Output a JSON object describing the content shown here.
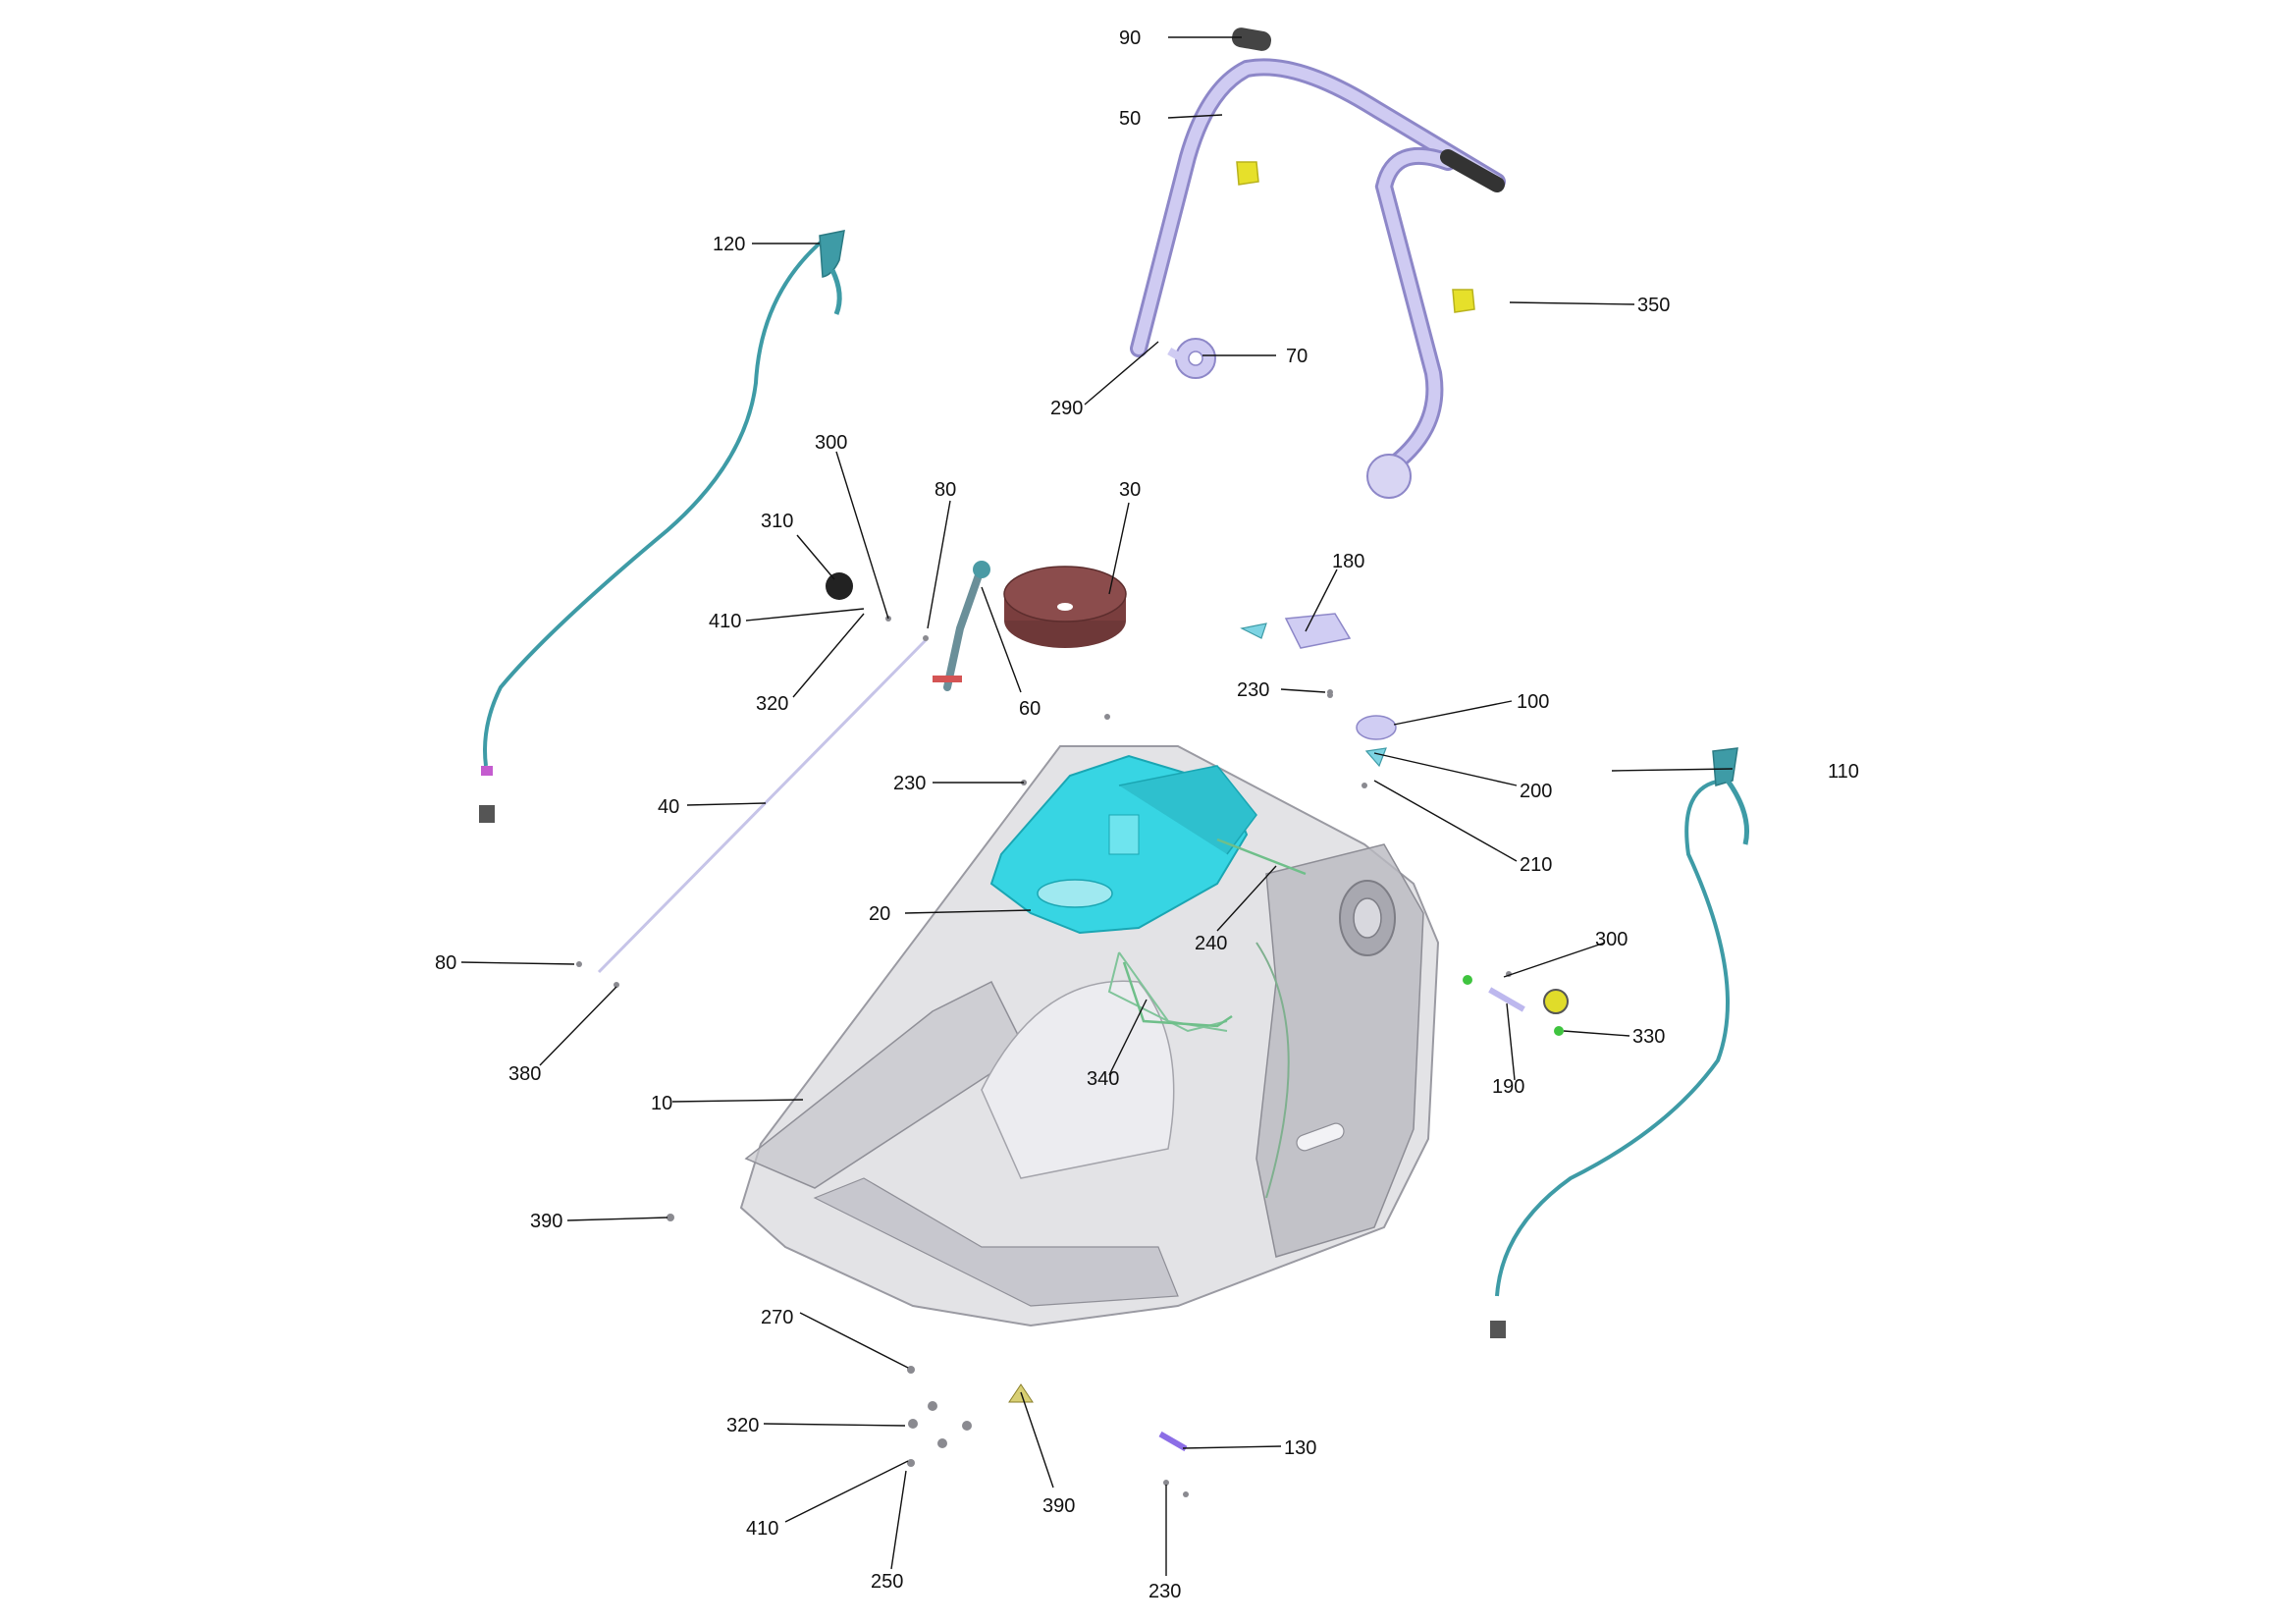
{
  "diagram": {
    "type": "exploded-parts-view",
    "callouts": {
      "c10": "10",
      "c20": "20",
      "c30": "30",
      "c40": "40",
      "c50": "50",
      "c60": "60",
      "c70": "70",
      "c80a": "80",
      "c80b": "80",
      "c90": "90",
      "c100": "100",
      "c110": "110",
      "c120": "120",
      "c130": "130",
      "c180": "180",
      "c190": "190",
      "c200": "200",
      "c210": "210",
      "c230a": "230",
      "c230b": "230",
      "c230c": "230",
      "c240": "240",
      "c250": "250",
      "c270": "270",
      "c290": "290",
      "c300a": "300",
      "c300b": "300",
      "c310": "310",
      "c320a": "320",
      "c320b": "320",
      "c330": "330",
      "c340": "340",
      "c350": "350",
      "c380": "380",
      "c390a": "390",
      "c390b": "390",
      "c410a": "410",
      "c410b": "410"
    },
    "colors": {
      "housing": "#c9c9cf",
      "handle": "#c9c6ee",
      "motor_mount": "#37d5e3",
      "cable": "#3e9ba6",
      "filter": "#8b4c4c",
      "clip_yellow": "#e6e02a",
      "green_part": "#3fc43f",
      "grip": "#444444"
    }
  }
}
